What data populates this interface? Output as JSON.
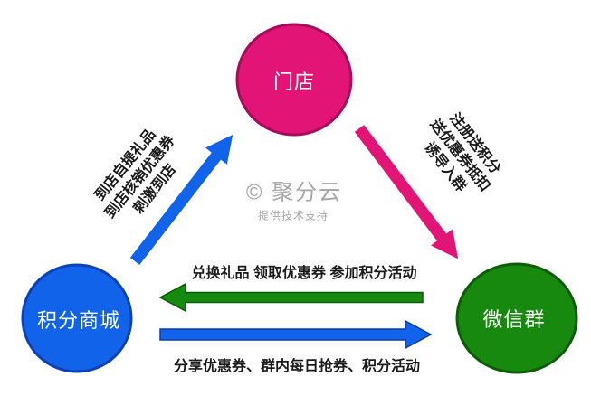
{
  "colors": {
    "background": "#ffffff",
    "store_fill": "#E21577",
    "store_border": "#A60C5C",
    "mall_fill": "#1163E9",
    "mall_border": "#0C41B8",
    "group_fill": "#16890E",
    "group_border": "#0D5C07",
    "arrow_blue": "#1163E9",
    "arrow_blue_edge": "#0B3DA8",
    "arrow_pink": "#E21577",
    "arrow_green": "#168A0E",
    "arrow_green_edge": "#0A5A06",
    "annotation_text": "#1A1A1A",
    "watermark_gray": "#A6A6A6"
  },
  "nodes": {
    "store": {
      "label": "门店"
    },
    "mall": {
      "label": "积分商城"
    },
    "group": {
      "label": "微信群"
    }
  },
  "edges": {
    "mall_to_store": {
      "lines": [
        "到店自提礼品",
        "到店核销优惠券",
        "刺激到店"
      ]
    },
    "store_to_group": {
      "lines": [
        "注册送积分",
        "送优惠券抵扣",
        "诱导入群"
      ]
    },
    "group_to_mall": {
      "label": "兑换礼品 领取优惠券 参加积分活动"
    },
    "mall_to_group": {
      "label": "分享优惠券、群内每日抢券、积分活动"
    }
  },
  "watermark": {
    "brand": "© 聚分云",
    "subtitle": "提供技术支持"
  }
}
